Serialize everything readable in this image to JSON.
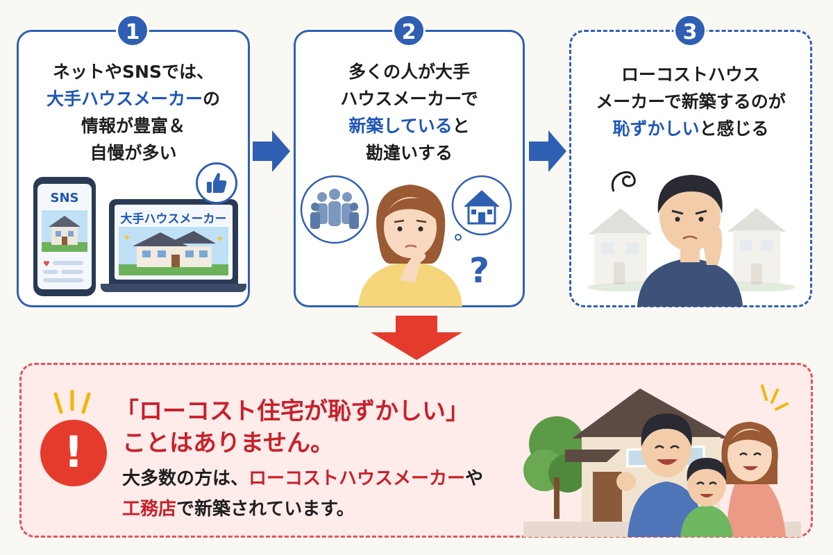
{
  "steps": [
    {
      "number": "1",
      "lines": [
        {
          "parts": [
            {
              "text": "ネットやSNSでは、",
              "hl": false
            }
          ]
        },
        {
          "parts": [
            {
              "text": "大手ハウスメーカー",
              "hl": true
            },
            {
              "text": "の",
              "hl": false
            }
          ]
        },
        {
          "parts": [
            {
              "text": "情報が豊富＆",
              "hl": false
            }
          ]
        },
        {
          "parts": [
            {
              "text": "自慢が多い",
              "hl": false
            }
          ]
        }
      ],
      "phone_label": "SNS",
      "laptop_label": "大手ハウスメーカー"
    },
    {
      "number": "2",
      "lines": [
        {
          "parts": [
            {
              "text": "多くの人が大手",
              "hl": false
            }
          ]
        },
        {
          "parts": [
            {
              "text": "ハウスメーカーで",
              "hl": false
            }
          ]
        },
        {
          "parts": [
            {
              "text": "新築している",
              "hl": true
            },
            {
              "text": "と",
              "hl": false
            }
          ]
        },
        {
          "parts": [
            {
              "text": "勘違いする",
              "hl": false
            }
          ]
        }
      ],
      "question_mark": "?"
    },
    {
      "number": "3",
      "lines": [
        {
          "parts": [
            {
              "text": "ローコストハウス",
              "hl": false
            }
          ]
        },
        {
          "parts": [
            {
              "text": "メーカーで新築するのが",
              "hl": false
            }
          ]
        },
        {
          "parts": [
            {
              "text": "恥ずかしい",
              "hl": true
            },
            {
              "text": "と感じる",
              "hl": false
            }
          ]
        }
      ]
    }
  ],
  "conclusion": {
    "title_line1": "「ローコスト住宅が恥ずかしい」",
    "title_line2": "ことはありません。",
    "body_line1": [
      {
        "text": "大多数の方は、",
        "red": false
      },
      {
        "text": "ローコストハウスメーカー",
        "red": true
      },
      {
        "text": "や",
        "red": false
      }
    ],
    "body_line2": [
      {
        "text": "工務店",
        "red": true
      },
      {
        "text": "で新築されています。",
        "red": false
      }
    ],
    "warning_mark": "!"
  },
  "colors": {
    "blue": "#2f5fb3",
    "highlight_blue": "#1f56b7",
    "red": "#c8202a",
    "red_arrow": "#e53b2c",
    "pink_bg": "#fdecea"
  },
  "icons": [
    "thumbs-up-icon",
    "crowd-icon",
    "house-icon",
    "question-icon",
    "warning-icon",
    "sparkle-icon",
    "swirl-icon"
  ]
}
